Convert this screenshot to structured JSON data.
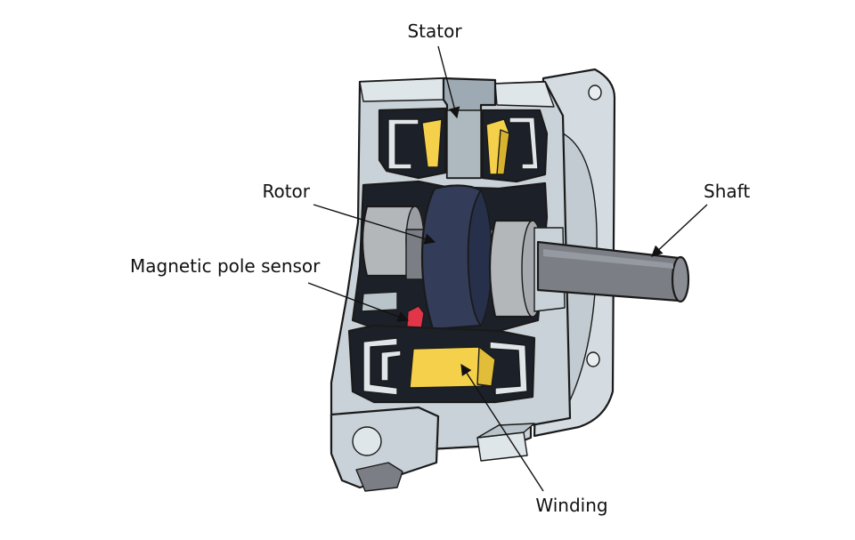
{
  "labels": {
    "stator": "Stator",
    "rotor": "Rotor",
    "shaft": "Shaft",
    "magnetic_pole_sensor": "Magnetic pole sensor",
    "winding": "Winding"
  },
  "colors": {
    "housing": "#c9d2d8",
    "housing_light": "#dfe6ea",
    "housing_dark": "#9aa5ad",
    "interior": "#1c2129",
    "rotor": "#333d5a",
    "winding": "#f5d04a",
    "sensor": "#e2354a",
    "shaft": "#7b7f85",
    "bearing": "#b4b7ba"
  },
  "icons": {
    "arrowhead": "arrowhead-icon"
  }
}
